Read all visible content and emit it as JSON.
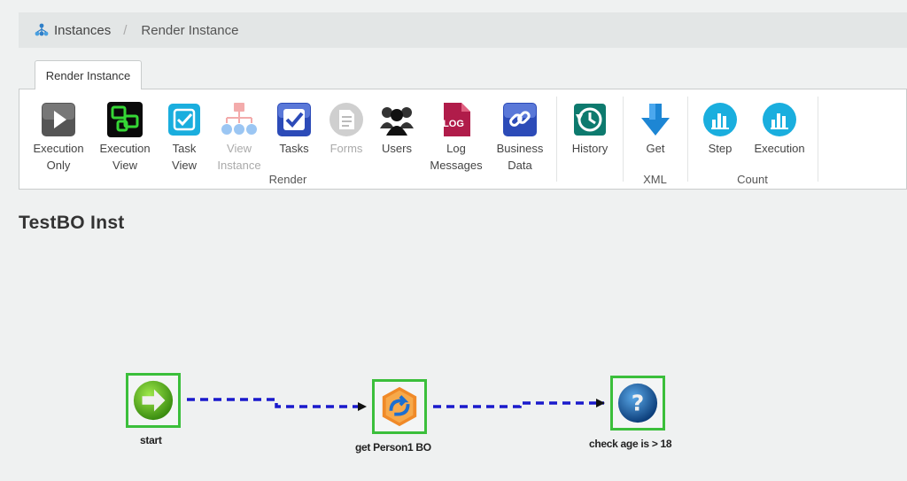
{
  "breadcrumb": {
    "instances": "Instances",
    "current": "Render Instance",
    "separator": "/"
  },
  "tab": {
    "label": "Render Instance"
  },
  "ribbon": {
    "groups": {
      "render": "Render",
      "xml": "XML",
      "count": "Count"
    },
    "buttons": {
      "execution_only": {
        "line1": "Execution",
        "line2": "Only",
        "icon": "play-icon"
      },
      "execution_view": {
        "line1": "Execution",
        "line2": "View",
        "icon": "execution-view-icon"
      },
      "task_view": {
        "line1": "Task",
        "line2": "View",
        "icon": "check-box-icon"
      },
      "view_instance": {
        "line1": "View",
        "line2": "Instance",
        "icon": "hierarchy-icon",
        "disabled": true
      },
      "tasks": {
        "line1": "Tasks",
        "icon": "tasks-icon"
      },
      "forms": {
        "line1": "Forms",
        "icon": "forms-icon",
        "disabled": true
      },
      "users": {
        "line1": "Users",
        "icon": "users-icon"
      },
      "log_messages": {
        "line1": "Log",
        "line2": "Messages",
        "icon": "log-icon",
        "badge": "LOG"
      },
      "business_data": {
        "line1": "Business",
        "line2": "Data",
        "icon": "link-icon"
      },
      "history": {
        "line1": "History",
        "icon": "history-icon"
      },
      "get": {
        "line1": "Get",
        "icon": "download-arrow-icon"
      },
      "step": {
        "line1": "Step",
        "icon": "bar-chart-icon"
      },
      "execution": {
        "line1": "Execution",
        "icon": "bar-chart-icon"
      }
    }
  },
  "page_title": "TestBO Inst",
  "workflow": {
    "nodes": [
      {
        "id": "start",
        "label": "start",
        "icon": "arrow-right-icon"
      },
      {
        "id": "get",
        "label": "get Person1 BO",
        "icon": "refresh-hexagon-icon"
      },
      {
        "id": "check",
        "label": "check age is > 18",
        "icon": "question-icon"
      }
    ]
  },
  "colors": {
    "node_highlight": "#3bbf3b",
    "connector": "#1a1acc",
    "accent_teal": "#1aaede"
  }
}
